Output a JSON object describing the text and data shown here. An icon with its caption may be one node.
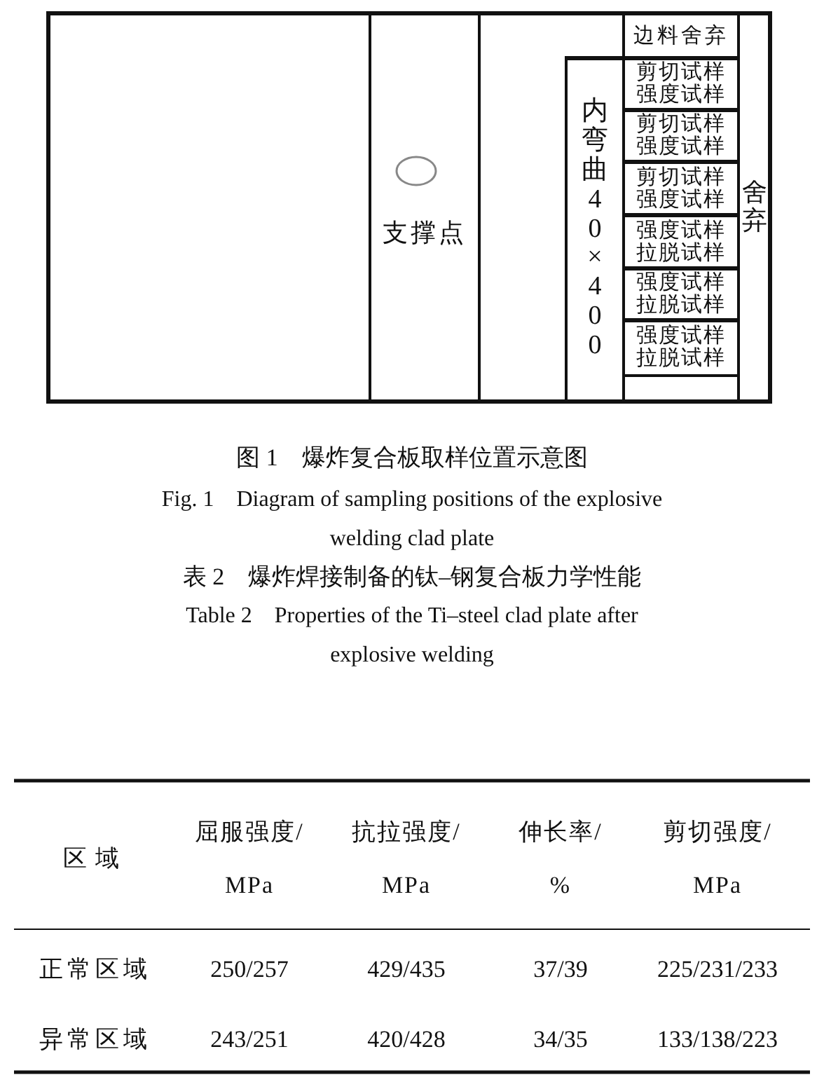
{
  "diagram": {
    "caption": "图 1　爆炸复合板取样位置示意图",
    "nodes": [
      {
        "text": [],
        "shape": "box"
      },
      {
        "text": [
          "支撑点"
        ],
        "in": 0
      },
      {
        "text": [
          "内弯曲40×400"
        ],
        "in": 0
      },
      {
        "text": [
          "边料舍弃"
        ],
        "in": 0
      },
      {
        "text": [
          "剪切试样强度试样"
        ],
        "in": 0
      },
      {
        "text": [
          "剪切试样强度试样"
        ],
        "in": 0
      },
      {
        "text": [
          "剪切试样强度试样"
        ],
        "in": 0
      },
      {
        "text": [
          "强度试样拉脱试样"
        ],
        "in": 0
      },
      {
        "text": [
          "强度试样拉脱试样"
        ],
        "in": 0
      },
      {
        "text": [
          "强度试样拉脱试样"
        ],
        "in": 0
      },
      {
        "text": [
          "舍弃"
        ],
        "in": 0
      }
    ],
    "labels": [
      "Fig. 1　Diagram of sampling positions of the explosive welding clad plate",
      "表 2　爆炸焊接制备的钛–钢复合板力学性能",
      "Table 2　Properties of the Ti–steel clad plate after explosive welding",
      "区域",
      "屈服强度/MPa",
      "抗拉强度/MPa",
      "伸长率/%",
      "剪切强度/MPa",
      "正常区域",
      "250/257",
      "429/435",
      "37/39",
      "225/231/233",
      "异常区域",
      "243/251",
      "420/428",
      "34/35",
      "133/138/223"
    ]
  }
}
